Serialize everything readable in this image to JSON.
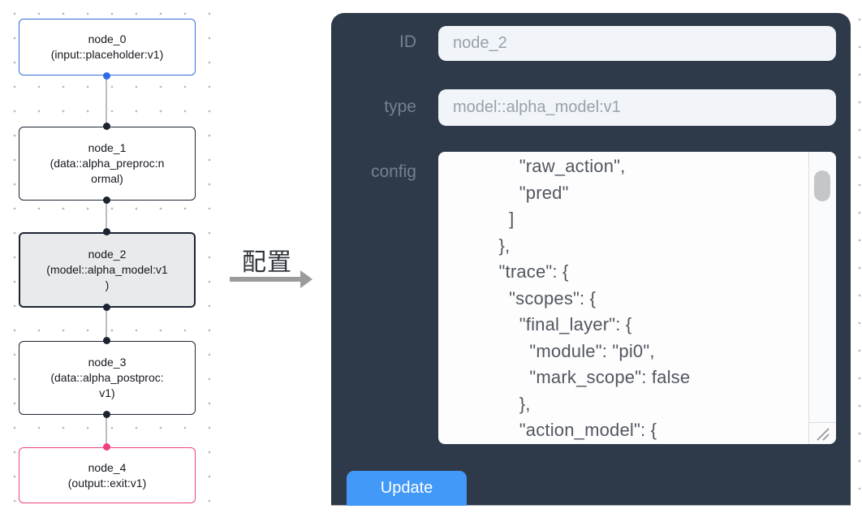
{
  "canvas": {
    "nodes": [
      {
        "title": "node_0",
        "subtitle_lines": [
          "(input::placeholder:v1)"
        ],
        "border_color": "#3470d8",
        "handle_color": "#2e6de8",
        "selected": false
      },
      {
        "title": "node_1",
        "subtitle_lines": [
          "(data::alpha_preproc:n",
          "ormal)"
        ],
        "border_color": "#1d2433",
        "handle_color": "#1b2230",
        "selected": false
      },
      {
        "title": "node_2",
        "subtitle_lines": [
          "(model::alpha_model:v1",
          ")"
        ],
        "border_color": "#1d2433",
        "handle_color": "#1b2230",
        "selected": true
      },
      {
        "title": "node_3",
        "subtitle_lines": [
          "(data::alpha_postproc:",
          "v1)"
        ],
        "border_color": "#1d2433",
        "handle_color": "#1b2230",
        "selected": false
      },
      {
        "title": "node_4",
        "subtitle_lines": [
          "(output::exit:v1)"
        ],
        "border_color": "#ea4380",
        "handle_color": "#ef3f80",
        "selected": false
      }
    ]
  },
  "transfer": {
    "label": "配置"
  },
  "panel": {
    "background_color": "#2e3a4a",
    "accent_color": "#4299f8",
    "fields": {
      "id": {
        "label": "ID",
        "value": "node_2"
      },
      "type": {
        "label": "type",
        "value": "model::alpha_model:v1"
      },
      "config": {
        "label": "config",
        "value": "            \"raw_action\",\n            \"pred\"\n          ]\n        },\n        \"trace\": {\n          \"scopes\": {\n            \"final_layer\": {\n              \"module\": \"pi0\",\n              \"mark_scope\": false\n            },\n            \"action_model\": {"
      }
    },
    "update_button": "Update"
  }
}
